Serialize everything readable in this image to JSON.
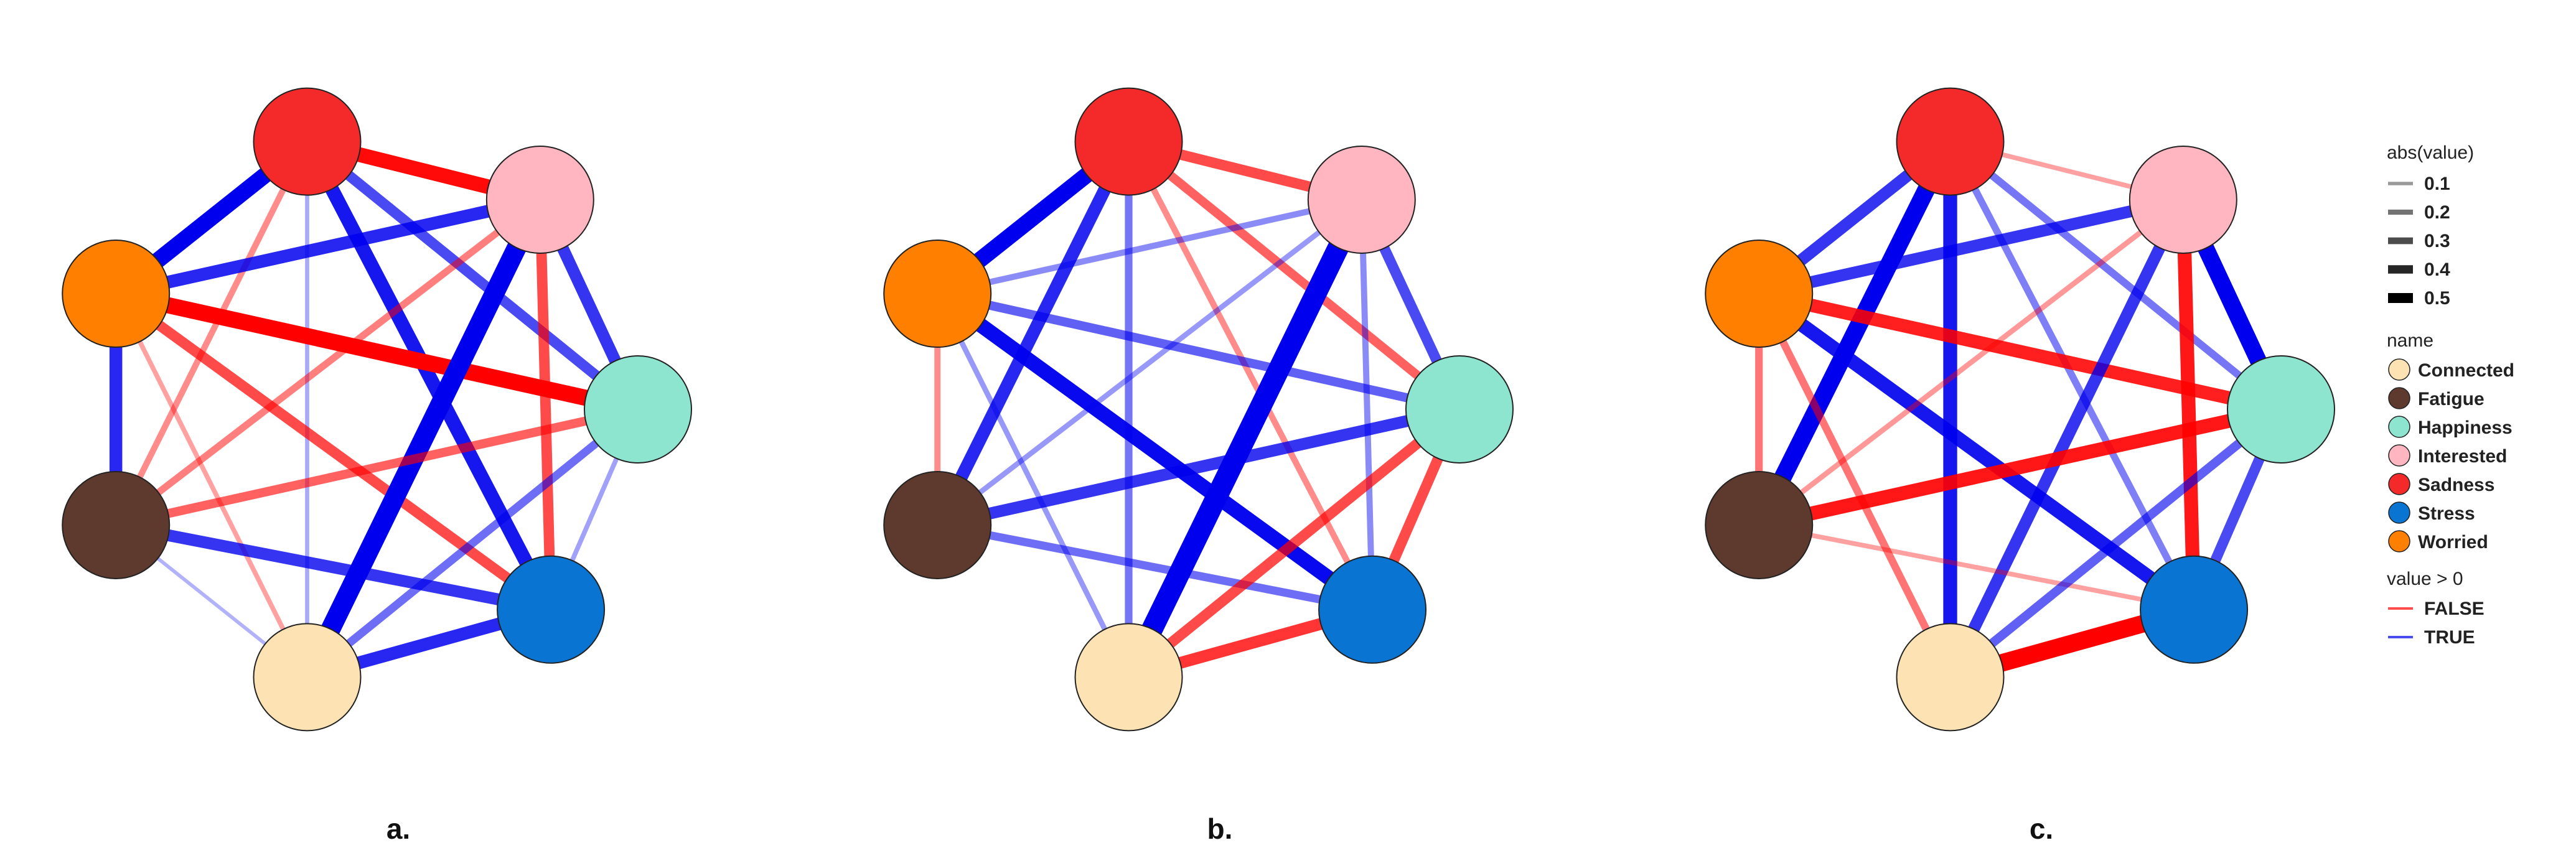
{
  "colors": {
    "edge_negative": "#FF0000",
    "edge_positive": "#0000EE",
    "nodes": {
      "Connected": "#FDE3B3",
      "Fatigue": "#5E3A2E",
      "Happiness": "#8DE5CF",
      "Interested": "#FFB6C1",
      "Sadness": "#F42A2A",
      "Stress": "#0A74D3",
      "Worried": "#FF7F00"
    }
  },
  "legend": {
    "width_title": "abs(value)",
    "width_items": [
      "0.1",
      "0.2",
      "0.3",
      "0.4",
      "0.5"
    ],
    "name_title": "name",
    "name_items": [
      "Connected",
      "Fatigue",
      "Happiness",
      "Interested",
      "Sadness",
      "Stress",
      "Worried"
    ],
    "sign_title": "value > 0",
    "sign_items": [
      "FALSE",
      "TRUE"
    ]
  },
  "chart_data": [
    {
      "type": "network",
      "label": "a.",
      "nodes": [
        "Sadness",
        "Interested",
        "Happiness",
        "Stress",
        "Connected",
        "Fatigue",
        "Worried"
      ],
      "edges": [
        {
          "source": "Sadness",
          "target": "Interested",
          "value": -0.45
        },
        {
          "source": "Sadness",
          "target": "Worried",
          "value": 0.5
        },
        {
          "source": "Sadness",
          "target": "Stress",
          "value": 0.42
        },
        {
          "source": "Sadness",
          "target": "Happiness",
          "value": 0.3
        },
        {
          "source": "Sadness",
          "target": "Connected",
          "value": 0.08
        },
        {
          "source": "Sadness",
          "target": "Fatigue",
          "value": -0.15
        },
        {
          "source": "Worried",
          "target": "Interested",
          "value": 0.38
        },
        {
          "source": "Worried",
          "target": "Happiness",
          "value": -0.5
        },
        {
          "source": "Worried",
          "target": "Fatigue",
          "value": 0.38
        },
        {
          "source": "Worried",
          "target": "Stress",
          "value": -0.3
        },
        {
          "source": "Worried",
          "target": "Connected",
          "value": -0.1
        },
        {
          "source": "Interested",
          "target": "Connected",
          "value": 0.62
        },
        {
          "source": "Interested",
          "target": "Stress",
          "value": -0.3
        },
        {
          "source": "Interested",
          "target": "Happiness",
          "value": 0.35
        },
        {
          "source": "Interested",
          "target": "Fatigue",
          "value": -0.18
        },
        {
          "source": "Fatigue",
          "target": "Stress",
          "value": 0.35
        },
        {
          "source": "Fatigue",
          "target": "Happiness",
          "value": -0.25
        },
        {
          "source": "Fatigue",
          "target": "Connected",
          "value": 0.06
        },
        {
          "source": "Connected",
          "target": "Stress",
          "value": 0.38
        },
        {
          "source": "Connected",
          "target": "Happiness",
          "value": 0.22
        },
        {
          "source": "Happiness",
          "target": "Stress",
          "value": 0.1
        }
      ]
    },
    {
      "type": "network",
      "label": "b.",
      "nodes": [
        "Sadness",
        "Interested",
        "Happiness",
        "Stress",
        "Connected",
        "Fatigue",
        "Worried"
      ],
      "edges": [
        {
          "source": "Sadness",
          "target": "Worried",
          "value": 0.5
        },
        {
          "source": "Sadness",
          "target": "Interested",
          "value": -0.3
        },
        {
          "source": "Sadness",
          "target": "Fatigue",
          "value": 0.38
        },
        {
          "source": "Sadness",
          "target": "Connected",
          "value": 0.2
        },
        {
          "source": "Sadness",
          "target": "Happiness",
          "value": -0.25
        },
        {
          "source": "Sadness",
          "target": "Stress",
          "value": -0.15
        },
        {
          "source": "Worried",
          "target": "Interested",
          "value": 0.15
        },
        {
          "source": "Worried",
          "target": "Happiness",
          "value": 0.25
        },
        {
          "source": "Worried",
          "target": "Stress",
          "value": 0.45
        },
        {
          "source": "Worried",
          "target": "Fatigue",
          "value": -0.15
        },
        {
          "source": "Worried",
          "target": "Connected",
          "value": 0.12
        },
        {
          "source": "Interested",
          "target": "Connected",
          "value": 0.68
        },
        {
          "source": "Interested",
          "target": "Happiness",
          "value": 0.3
        },
        {
          "source": "Interested",
          "target": "Stress",
          "value": 0.15
        },
        {
          "source": "Interested",
          "target": "Fatigue",
          "value": 0.12
        },
        {
          "source": "Fatigue",
          "target": "Happiness",
          "value": 0.35
        },
        {
          "source": "Fatigue",
          "target": "Stress",
          "value": 0.22
        },
        {
          "source": "Connected",
          "target": "Happiness",
          "value": -0.3
        },
        {
          "source": "Connected",
          "target": "Stress",
          "value": -0.35
        },
        {
          "source": "Happiness",
          "target": "Stress",
          "value": -0.3
        }
      ]
    },
    {
      "type": "network",
      "label": "c.",
      "nodes": [
        "Sadness",
        "Interested",
        "Happiness",
        "Stress",
        "Connected",
        "Fatigue",
        "Worried"
      ],
      "edges": [
        {
          "source": "Sadness",
          "target": "Worried",
          "value": 0.35
        },
        {
          "source": "Sadness",
          "target": "Fatigue",
          "value": 0.55
        },
        {
          "source": "Sadness",
          "target": "Connected",
          "value": 0.42
        },
        {
          "source": "Sadness",
          "target": "Interested",
          "value": -0.1
        },
        {
          "source": "Sadness",
          "target": "Stress",
          "value": 0.18
        },
        {
          "source": "Sadness",
          "target": "Happiness",
          "value": 0.2
        },
        {
          "source": "Worried",
          "target": "Interested",
          "value": 0.35
        },
        {
          "source": "Worried",
          "target": "Happiness",
          "value": -0.4
        },
        {
          "source": "Worried",
          "target": "Stress",
          "value": 0.42
        },
        {
          "source": "Worried",
          "target": "Fatigue",
          "value": -0.2
        },
        {
          "source": "Worried",
          "target": "Connected",
          "value": -0.2
        },
        {
          "source": "Interested",
          "target": "Happiness",
          "value": 0.52
        },
        {
          "source": "Interested",
          "target": "Stress",
          "value": -0.42
        },
        {
          "source": "Interested",
          "target": "Connected",
          "value": 0.35
        },
        {
          "source": "Interested",
          "target": "Fatigue",
          "value": -0.12
        },
        {
          "source": "Fatigue",
          "target": "Happiness",
          "value": -0.42
        },
        {
          "source": "Fatigue",
          "target": "Stress",
          "value": -0.1
        },
        {
          "source": "Connected",
          "target": "Stress",
          "value": -0.55
        },
        {
          "source": "Connected",
          "target": "Happiness",
          "value": 0.25
        },
        {
          "source": "Happiness",
          "target": "Stress",
          "value": 0.3
        }
      ]
    }
  ]
}
